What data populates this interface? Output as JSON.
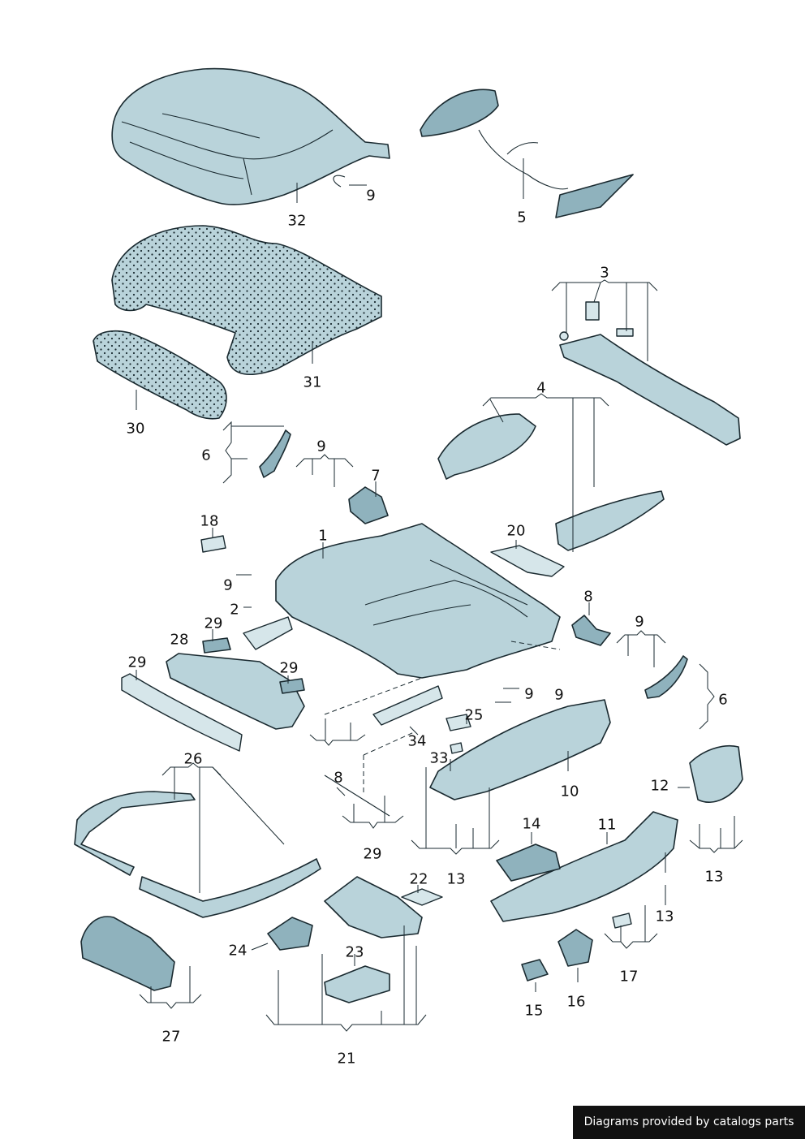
{
  "callouts": [
    "32",
    "9",
    "5",
    "31",
    "30",
    "3",
    "4",
    "6",
    "9",
    "7",
    "18",
    "1",
    "20",
    "9",
    "2",
    "8",
    "9",
    "29",
    "28",
    "29",
    "29",
    "9",
    "9",
    "6",
    "25",
    "34",
    "33",
    "10",
    "8",
    "26",
    "12",
    "29",
    "13",
    "14",
    "11",
    "13",
    "22",
    "13",
    "24",
    "23",
    "17",
    "27",
    "15",
    "16",
    "21"
  ],
  "credit": "Diagrams provided by catalogs parts",
  "colors": {
    "part_fill": "#b9d3da",
    "outline": "#1a2a30",
    "credit_bg": "#111111",
    "credit_text": "#ffffff"
  }
}
